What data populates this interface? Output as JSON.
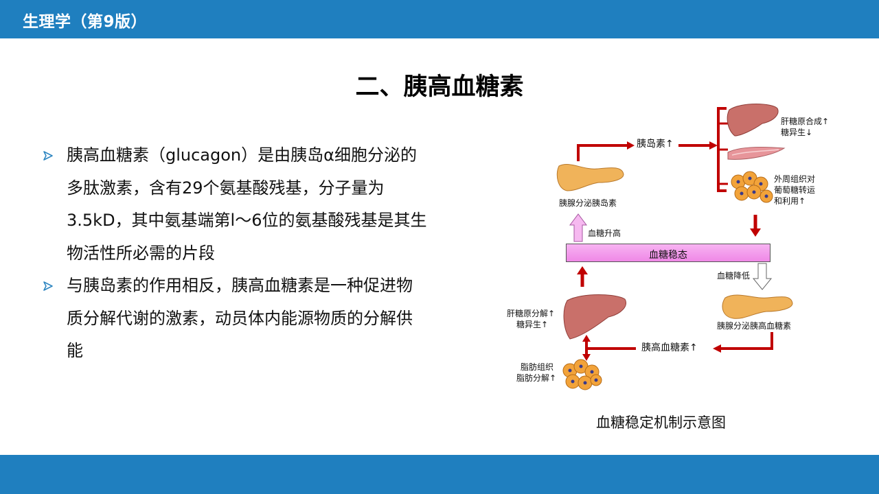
{
  "header": {
    "book_title": "生理学（第9版）"
  },
  "slide": {
    "title": "二、胰高血糖素",
    "bullets": [
      {
        "text": "胰高血糖素（glucagon）是由胰岛α细胞分泌的多肽激素，含有29个氨基酸残基，分子量为3.5kD，其中氨基端第l～6位的氨基酸残基是其生物活性所必需的片段"
      },
      {
        "text": "与胰岛素的作用相反，胰高血糖素是一种促进物质分解代谢的激素，动员体内能源物质的分解供能"
      }
    ]
  },
  "diagram": {
    "caption": "血糖稳定机制示意图",
    "insulin_up": "胰岛素↑",
    "pancreas_insulin": "胰腺分泌胰岛素",
    "liver_top_line1": "肝糖原合成↑",
    "liver_top_line2": "糖异生↓",
    "peripheral_line1": "外周组织对",
    "peripheral_line2": "葡萄糖转运",
    "peripheral_line3": "和利用↑",
    "glucose_rise": "血糖升高",
    "homeostasis": "血糖稳态",
    "glucose_drop": "血糖降低",
    "pancreas_glucagon": "胰腺分泌胰高血糖素",
    "liver_bottom_line1": "肝糖原分解↑",
    "liver_bottom_line2": "糖异生↑",
    "glucagon_up": "胰高血糖素↑",
    "fat_line1": "脂肪组织",
    "fat_line2": "脂肪分解↑"
  },
  "colors": {
    "bar_blue": "#1f7fbf",
    "arrow_red": "#c00000",
    "bullet_marker": "#2e86c1",
    "homeostasis_pink": "#ef88e6",
    "liver": "#c9706a",
    "pancreas": "#f0b35a"
  }
}
